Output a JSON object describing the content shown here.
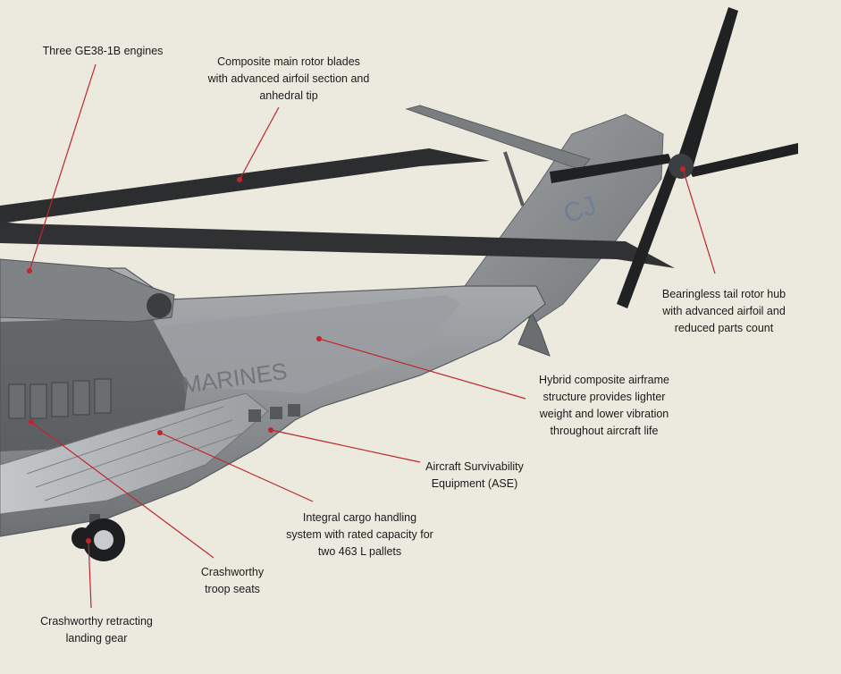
{
  "callouts": [
    {
      "id": "engines",
      "text": "Three GE38-1B engines"
    },
    {
      "id": "blades",
      "text": "Composite main rotor blades\nwith advanced airfoil section and\nanhedral tip"
    },
    {
      "id": "tailhub",
      "text": "Bearingless tail rotor hub\nwith advanced airfoil and\nreduced parts count"
    },
    {
      "id": "airframe",
      "text": "Hybrid composite airframe\nstructure provides lighter\nweight and lower vibration\nthroughout aircraft life"
    },
    {
      "id": "ase",
      "text": "Aircraft Survivability\nEquipment (ASE)"
    },
    {
      "id": "cargo",
      "text": "Integral cargo handling\nsystem with rated capacity for\ntwo 463 L pallets"
    },
    {
      "id": "seats",
      "text": "Crashworthy\ntroop seats"
    },
    {
      "id": "gear",
      "text": "Crashworthy retracting\nlanding gear"
    }
  ],
  "fuselage_marking": "MARINES",
  "tail_marking": "CJ",
  "colors": {
    "background": "#ece9df",
    "leader_line": "#c0262c",
    "fuselage": "#8f9396",
    "rotor_blade": "#2b2d2f",
    "text": "#1a1a1a"
  }
}
